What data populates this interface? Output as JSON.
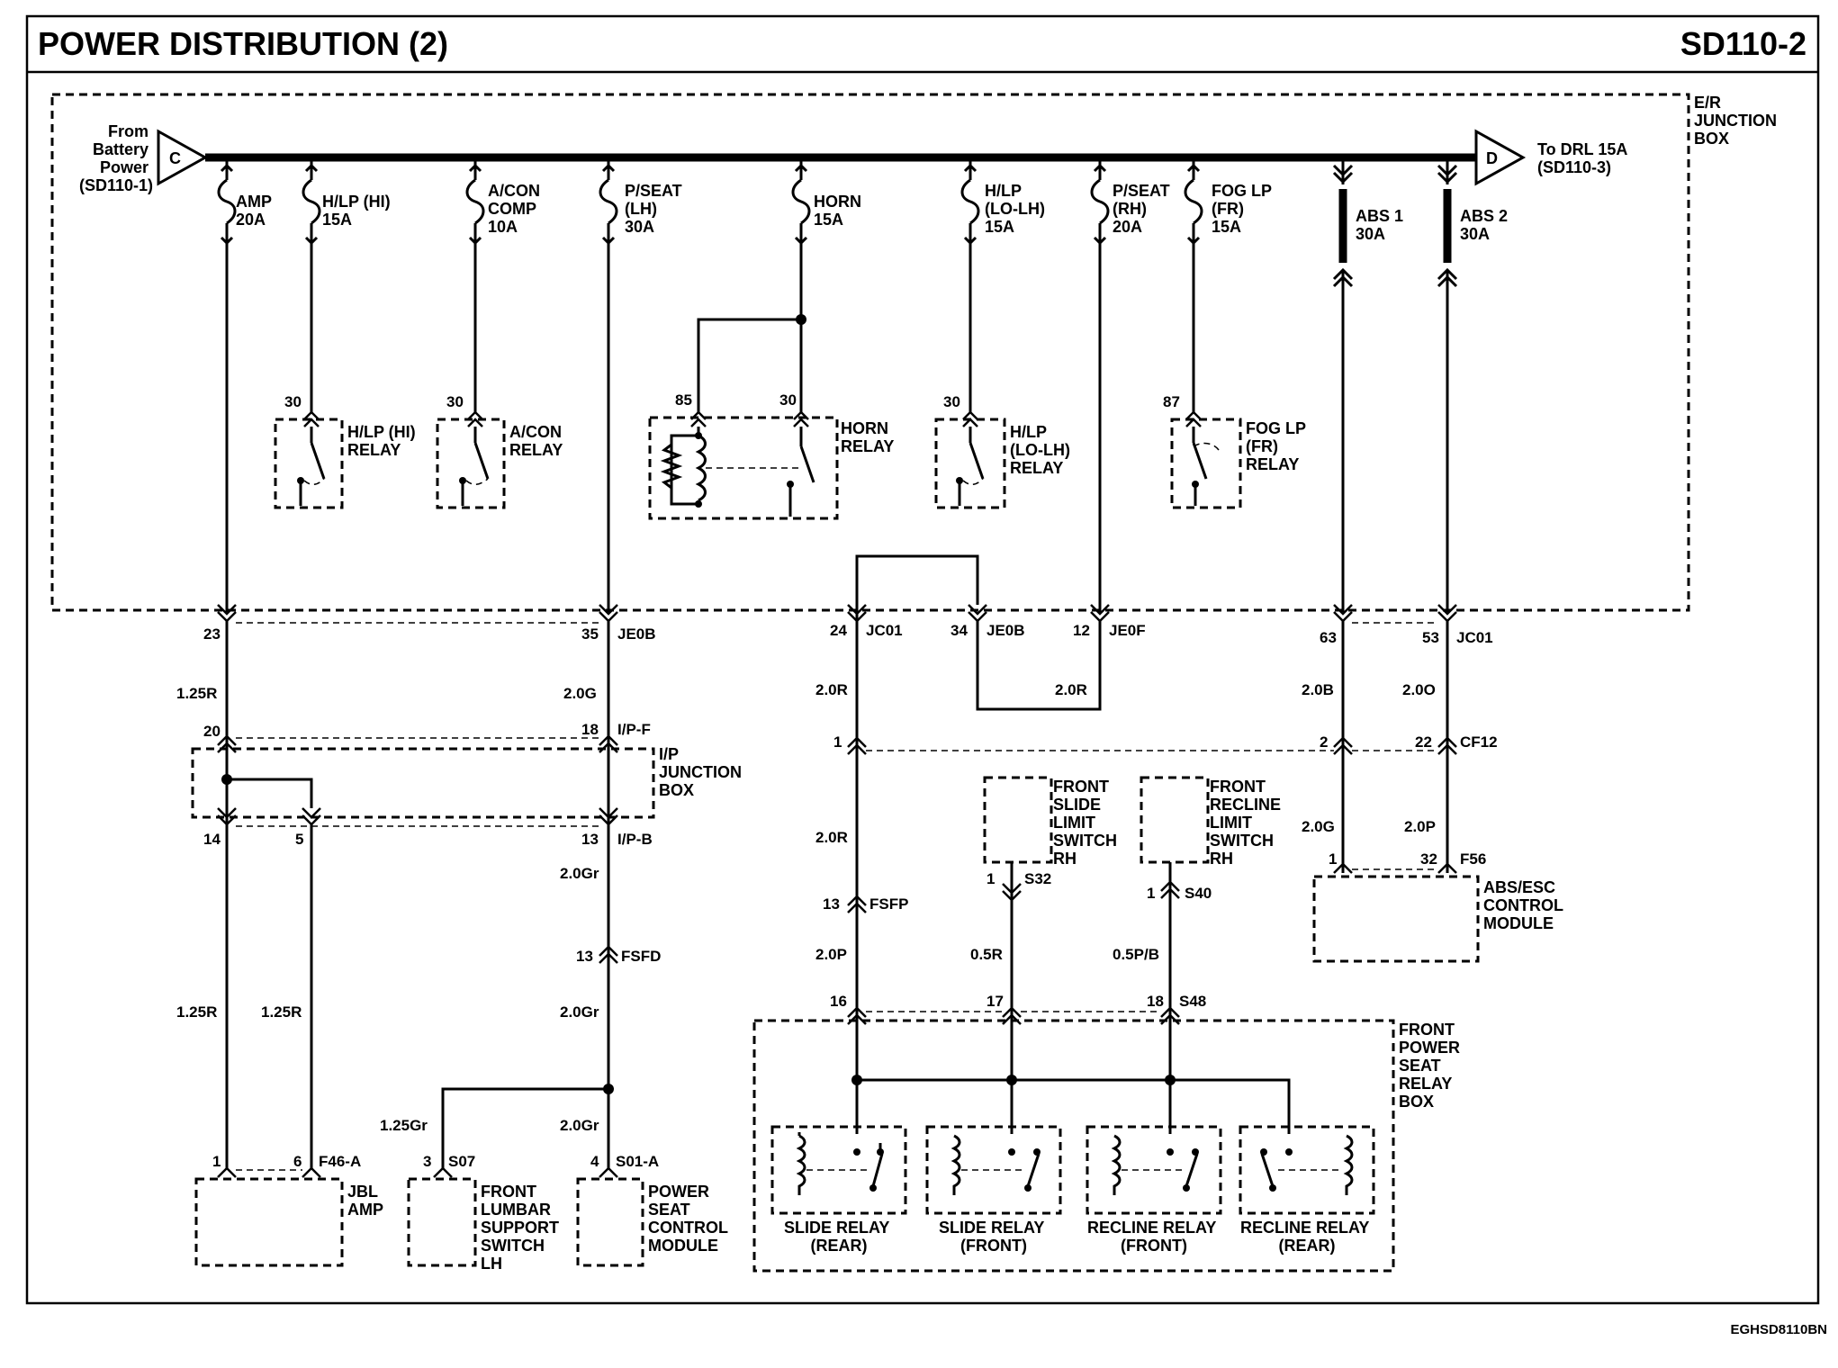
{
  "header": {
    "title": "POWER DISTRIBUTION (2)",
    "code": "SD110-2"
  },
  "footer": {
    "code": "EGHSD8110BN"
  },
  "boxes": {
    "er_junction": [
      "E/R",
      "JUNCTION",
      "BOX"
    ],
    "ip_junction": [
      "I/P",
      "JUNCTION",
      "BOX"
    ],
    "front_power_seat_relay": [
      "FRONT",
      "POWER",
      "SEAT",
      "RELAY",
      "BOX"
    ]
  },
  "inputs": {
    "from_battery": [
      "From",
      "Battery",
      "Power",
      "(SD110-1)"
    ],
    "connector_c": "C",
    "to_drl": [
      "To DRL 15A",
      "(SD110-3)"
    ],
    "connector_d": "D"
  },
  "fuses": [
    {
      "lines": [
        "AMP",
        "20A"
      ]
    },
    {
      "lines": [
        "H/LP (HI)",
        "15A"
      ]
    },
    {
      "lines": [
        "A/CON",
        "COMP",
        "10A"
      ]
    },
    {
      "lines": [
        "P/SEAT",
        "(LH)",
        "30A"
      ]
    },
    {
      "lines": [
        "HORN",
        "15A"
      ]
    },
    {
      "lines": [
        "H/LP",
        "(LO-LH)",
        "15A"
      ]
    },
    {
      "lines": [
        "P/SEAT",
        "(RH)",
        "20A"
      ]
    },
    {
      "lines": [
        "FOG LP",
        "(FR)",
        "15A"
      ]
    },
    {
      "lines": [
        "ABS 1",
        "30A"
      ]
    },
    {
      "lines": [
        "ABS 2",
        "30A"
      ]
    }
  ],
  "relays": [
    {
      "pin": "30",
      "lines": [
        "H/LP (HI)",
        "RELAY"
      ]
    },
    {
      "pin": "30",
      "lines": [
        "A/CON",
        "RELAY"
      ]
    },
    {
      "pin85": "85",
      "pin30": "30",
      "lines": [
        "HORN",
        "RELAY"
      ]
    },
    {
      "pin": "30",
      "lines": [
        "H/LP",
        "(LO-LH)",
        "RELAY"
      ]
    },
    {
      "pin": "87",
      "lines": [
        "FOG LP",
        "(FR)",
        "RELAY"
      ]
    }
  ],
  "connectors": {
    "c23": "23",
    "c35": "35",
    "je0b_1": "JE0B",
    "c24": "24",
    "jc01_1": "JC01",
    "c34": "34",
    "je0b_2": "JE0B",
    "c12": "12",
    "je0f": "JE0F",
    "c63": "63",
    "c53": "53",
    "jc01_2": "JC01",
    "c20": "20",
    "c18": "18",
    "ipf": "I/P-F",
    "c1a": "1",
    "c2a": "2",
    "c22": "22",
    "cf12": "CF12",
    "c14": "14",
    "c5": "5",
    "c13": "13",
    "ipb": "I/P-B",
    "c13b": "13",
    "fsfd": "FSFD",
    "c13c": "13",
    "fsfp": "FSFP",
    "c1b": "1",
    "s32": "S32",
    "c1c": "1",
    "s40": "S40",
    "c1d": "1",
    "c32": "32",
    "f56": "F56",
    "c16": "16",
    "c17": "17",
    "c18b": "18",
    "s48": "S48",
    "c1e": "1",
    "c6": "6",
    "f46a": "F46-A",
    "c3": "3",
    "s07": "S07",
    "c4": "4",
    "s01a": "S01-A"
  },
  "wires": {
    "w125r_a": "1.25R",
    "w20g": "2.0G",
    "w20r_a": "2.0R",
    "w20r_b": "2.0R",
    "w20b": "2.0B",
    "w20o": "2.0O",
    "w20gr_a": "2.0Gr",
    "w20r_c": "2.0R",
    "w20g_b": "2.0G",
    "w20p_a": "2.0P",
    "w20p_b": "2.0P",
    "w05r": "0.5R",
    "w05pb": "0.5P/B",
    "w125r_b": "1.25R",
    "w125r_c": "1.25R",
    "w20gr_b": "2.0Gr",
    "w125gr": "1.25Gr",
    "w20gr_c": "2.0Gr"
  },
  "components": {
    "jbl_amp": [
      "JBL",
      "AMP"
    ],
    "front_lumbar": [
      "FRONT",
      "LUMBAR",
      "SUPPORT",
      "SWITCH",
      "LH"
    ],
    "power_seat_module": [
      "POWER",
      "SEAT",
      "CONTROL",
      "MODULE"
    ],
    "front_slide_switch": [
      "FRONT",
      "SLIDE",
      "LIMIT",
      "SWITCH",
      "RH"
    ],
    "front_recline_switch": [
      "FRONT",
      "RECLINE",
      "LIMIT",
      "SWITCH",
      "RH"
    ],
    "abs_module": [
      "ABS/ESC",
      "CONTROL",
      "MODULE"
    ]
  },
  "seat_relays": [
    {
      "lines": [
        "SLIDE RELAY",
        "(REAR)"
      ]
    },
    {
      "lines": [
        "SLIDE RELAY",
        "(FRONT)"
      ]
    },
    {
      "lines": [
        "RECLINE RELAY",
        "(FRONT)"
      ]
    },
    {
      "lines": [
        "RECLINE RELAY",
        "(REAR)"
      ]
    }
  ]
}
